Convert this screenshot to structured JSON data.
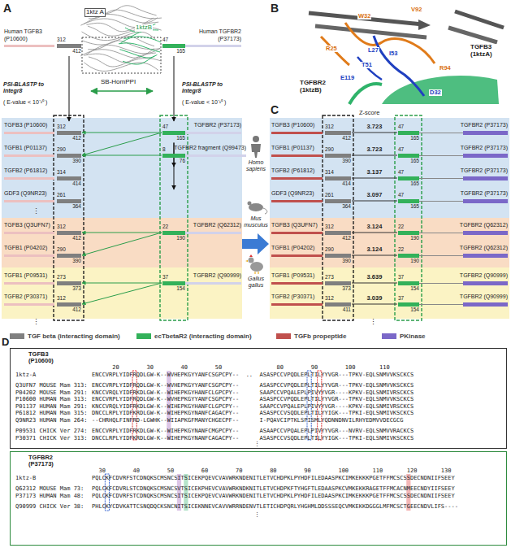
{
  "diagram": {
    "nodes": [
      {
        "text": [
          "Human TGFB3",
          "(P10600)",
          "312",
          "412"
        ]
      },
      {
        "text": [
          "Human TGFBR2",
          "(P37173)",
          "47",
          "165"
        ]
      },
      {
        "text": [
          "TGFB3 (P10600)",
          "312",
          "412"
        ]
      },
      {
        "text": [
          "TGFB1 (P01137)",
          "290",
          "390"
        ]
      },
      {
        "text": [
          "TGFB2 (P61812)",
          "314",
          "414"
        ]
      },
      {
        "text": [
          "GDF3 (Q9NR23)",
          "261",
          "364"
        ]
      },
      {
        "text": [
          "TGFB3 (Q3UFN7)",
          "312",
          "412"
        ]
      },
      {
        "text": [
          "TGFB1 (P04202)",
          "290",
          "390"
        ]
      },
      {
        "text": [
          "TGFB1 (P09531)",
          "273",
          "373"
        ]
      },
      {
        "text": [
          "TGFB2 (P30371)",
          "312",
          "412"
        ]
      },
      {
        "text": [
          "TGFBR2 (P37173)",
          "47",
          "165"
        ]
      },
      {
        "text": [
          "TGFBR2 fragment (Q99473)",
          "8",
          "76"
        ]
      },
      {
        "text": [
          "TGFBR2 (Q62312)",
          "22",
          "190"
        ]
      },
      {
        "text": [
          "TGFBR2 (Q90999)",
          "37",
          "154"
        ]
      },
      {
        "text": [
          "TGFB3 (P10600)",
          "312",
          "412"
        ]
      },
      {
        "text": [
          "TGFB1 (P01137)",
          "290",
          "390"
        ]
      },
      {
        "text": [
          "TGFB2 (P61812)",
          "314",
          "414"
        ]
      },
      {
        "text": [
          "GDF3 (Q9NR23)",
          "261",
          "364"
        ]
      },
      {
        "text": [
          "TGFB3 (Q3UFN7)",
          "312",
          "412"
        ]
      },
      {
        "text": [
          "TGFB1 (P04202)",
          "290",
          "390"
        ]
      },
      {
        "text": [
          "TGFB1 (P09531)",
          "273",
          "373"
        ]
      },
      {
        "text": [
          "TGFB2 (P30371)",
          "312",
          "411"
        ]
      },
      {
        "text": [
          "TGFBR2 (P37173)",
          "47",
          "165"
        ]
      },
      {
        "text": [
          "TGFBR2 (P37173)",
          "47",
          "165"
        ]
      },
      {
        "text": [
          "TGFBR2 (P37173)",
          "47",
          "165"
        ]
      },
      {
        "text": [
          "TGFBR2 (P37173)",
          "47",
          "165"
        ]
      },
      {
        "text": [
          "TGFBR2 (Q62312)",
          "22",
          "190"
        ]
      },
      {
        "text": [
          "TGFBR2 (Q62312)",
          "22",
          "190"
        ]
      },
      {
        "text": [
          "TGFBR2 (Q90999)",
          "37",
          "154"
        ]
      },
      {
        "text": [
          "TGFBR2 (Q90999)",
          "37",
          "154"
        ]
      },
      {
        "text": [
          "TGFB3",
          "(P10600)",
          "      20        30        40        50                80        90        100       110",
          "1ktz-A",
          "ENCCVRPLYIDFRQDLGW-K--WVHEPKGYYANFCSGPCPY--  ..  ASASPCCVPQDLEPLTILYYVGR---TPKV-EQLSNMVVKSCKCS",
          "Q3UFN7 MOUSE Mam 313:",
          "ENCCVRPLYIDFRQDLGW-K--WVHEPKGYYANFCSGPCPY--      ASASPCCVPQDLEPLTILYYVGR---TPKV-EQLSNMVVKSCKCS",
          "P04202 MOUSE Mam 291:",
          "KNCCVRQLYIDFRKDLGW-K--WIHEPKGYHANFCLGPCPY--      SAAPCCVPQALEPLPIVYYVGR----KPKV-EQLSNMIVRSCKCS",
          "P10600 HUMAN Mam 313:",
          "ENCCVRPLYIDFRQDLGW-K--WVHEPKGYYANFCSGPCPY--      ASASPCCVPQDLEPLTILYYVGR---TPKV-EQLSNMVVKSCKCS",
          "P01137 HUMAN Mam 291:",
          "KNCCVRQLYIDFRKDLGW-K--WIHEPKGYHANFCLGPCPY--      SAAPCCVPQALEPLPIVYYVGR----KPKV-EQLSNMIVRSCKCS",
          "P61812 HUMAN Mam 315:",
          "DNCCLRPLYIDFKRDLGW-K--WIHEPKGYNANFCAGACPY--      ASASPCCVSQDLEPLTILYYIGK---TPKI-EQLSNMIVKSCKCS",
          "Q9NR23 HUMAN Mam 264:",
          "--CHRHQLFINFRD-LGWHK--WIIAPKGFMANYCHGECPF--      I-PQAVCIPTKLSPISMLYQDNNDNVILRHYEDMVVDECGCG",
          "P09531 CHICK Ver 274:",
          "ENCCVRPLYIDFRKDLGW-K--WIHEPKGYNANFCMGPCPY--      ASAAPCCVPQALEPLPIVYYVGR---NVRV-EQLSNMVVRACKCS",
          "P30371 CHICK Ver 313:",
          "DNCCLRPLYIDFKRDLGW-K--WIHEPKGYNANFCAGACPY--      ASASPCCVSQDLEPLTILYYIGK---TPKI-EQLSNMIVKSCKCS",
          "⋮"
        ]
      },
      {
        "text": [
          "TGFBR2",
          "(P37173)",
          "  30        40        50        60        70        80        90        100       110       120       130",
          "1ktz-B",
          "PQLCKFCDVRFSTCDNQKSCMSNCSITSICEKPQEVCVAVWRKNDENITLETVCHDPKLPYHDFILEDAASPKCIMKEKKKPGETFFMCSCSSDECNDNIIFSEEY",
          "Q62312 MOUSE Mam 73:",
          "PQLCKFCDVRLSTCDNQKSCMSNCSVTSICEKPHEVCVAVWRKNDKNITLETVCHDPKFTYHGFTLEDAASPKCVMKEKKRAGETFFMCACNMEECNDYIIFSEEY",
          "P37173 HUMAN Mam 48:",
          "PQLCKFCDVRFSTCDNQKSCMSNCSITSICEKPQEVCVAVWRKNDENITLETVCHDPKLPYHDFILEDAASPKCIMKEKKKPGETFFMCSCSSDECNDNIIFSEEY",
          "Q90999 CHICK Ver 38:",
          "PHLCKYCDVKATTCSNQDQCKSNCNITSICEKNNEVCAVVWRRNDENVTLETICHDPQRLYHGHMLDDSSSEQCVMKEKKDGGGLMFMCSCTGEECNDVLIFS----",
          "⋮"
        ]
      }
    ],
    "edges": [
      {
        "from": 0,
        "to": 2,
        "arrow": "to"
      },
      {
        "from": 1,
        "to": 10,
        "arrow": "to"
      },
      {
        "from": 10,
        "to": 2,
        "arrow": "to"
      },
      {
        "from": 10,
        "to": 3,
        "arrow": "to"
      },
      {
        "from": 10,
        "to": 4,
        "arrow": "to"
      },
      {
        "from": 10,
        "to": 5,
        "arrow": "to"
      },
      {
        "from": 11,
        "to": 3,
        "arrow": "to"
      },
      {
        "from": 12,
        "to": 6,
        "arrow": "to"
      },
      {
        "from": 12,
        "to": 7,
        "arrow": "to"
      },
      {
        "from": 13,
        "to": 8,
        "arrow": "to"
      },
      {
        "from": 13,
        "to": 9,
        "arrow": "to"
      },
      {
        "from": 14,
        "to": 22,
        "label": "3.723",
        "arrow": "none"
      },
      {
        "from": 15,
        "to": 23,
        "label": "3.723",
        "arrow": "none"
      },
      {
        "from": 16,
        "to": 24,
        "label": "3.137",
        "arrow": "none"
      },
      {
        "from": 17,
        "to": 25,
        "label": "3.097",
        "arrow": "none"
      },
      {
        "from": 18,
        "to": 26,
        "label": "3.124",
        "arrow": "none"
      },
      {
        "from": 19,
        "to": 27,
        "label": "3.124",
        "arrow": "none"
      },
      {
        "from": 20,
        "to": 28,
        "label": "3.639",
        "arrow": "none"
      },
      {
        "from": 21,
        "to": 29,
        "label": "3.039",
        "arrow": "none"
      }
    ],
    "labels": [
      "A",
      "1ktz A",
      "1ktzB",
      "SB-HomPPI",
      "PSI-BLASTP to Integr8",
      "( E-value < 10⁻¹⁰ )",
      "PSI-BLASTP to Integr8",
      "( E-value < 10⁻¹⁰ )",
      "⋮",
      "⋮",
      "Homo sapiens",
      "Mus musculus",
      "Gallus gallus",
      "B",
      "TGFB3 (1ktzA)",
      "TGFBR2 (1ktzB)",
      "W32",
      "V92",
      "R25",
      "L27",
      "T51",
      "I53",
      "E119",
      "R94",
      "D32",
      "C",
      "Z-score",
      "⋮",
      "D"
    ],
    "legend": [
      {
        "text": "TGF beta (interacting domain)",
        "color": "#808080"
      },
      {
        "text": "ecTbetaR2 (interacting domain)",
        "color": "#33b15a"
      },
      {
        "text": "TGFb propeptide",
        "color": "#c0504d"
      },
      {
        "text": "PKinase",
        "color": "#7b68c8"
      }
    ]
  }
}
